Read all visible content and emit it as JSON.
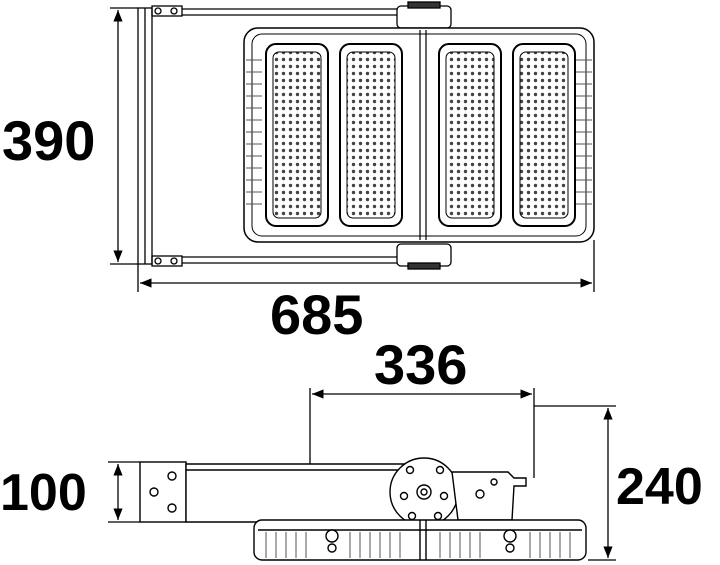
{
  "dimensions": {
    "height_top": "390",
    "width_top": "685",
    "depth_side": "336",
    "bracket_side": "100",
    "height_side": "240"
  },
  "colors": {
    "line": "#000000",
    "fin": "#555555",
    "background": "#ffffff"
  },
  "views": [
    "top-view",
    "side-view"
  ]
}
